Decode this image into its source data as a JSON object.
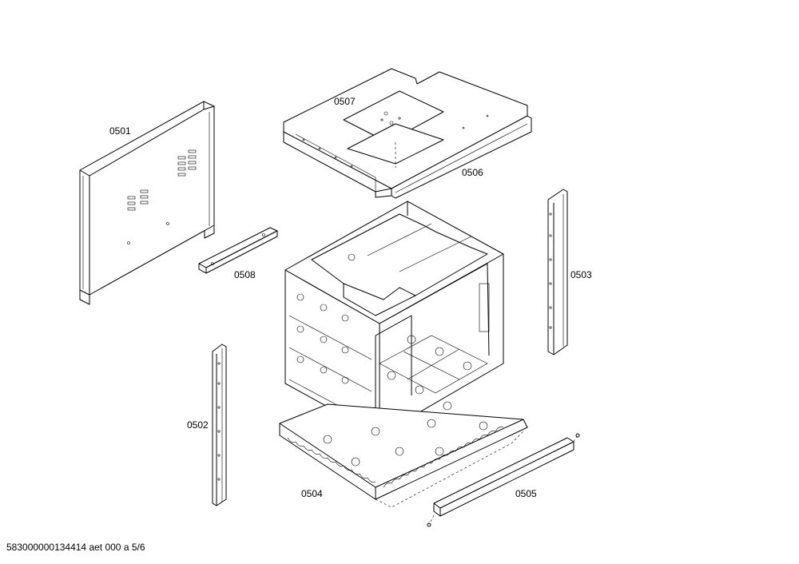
{
  "diagram": {
    "parts": [
      {
        "id": "0501",
        "label": "0501"
      },
      {
        "id": "0502",
        "label": "0502"
      },
      {
        "id": "0503",
        "label": "0503"
      },
      {
        "id": "0504",
        "label": "0504"
      },
      {
        "id": "0505",
        "label": "0505"
      },
      {
        "id": "0506",
        "label": "0506"
      },
      {
        "id": "0507",
        "label": "0507"
      },
      {
        "id": "0508",
        "label": "0508"
      }
    ],
    "footer": "583000000134414 aet 000 a 5/6"
  }
}
